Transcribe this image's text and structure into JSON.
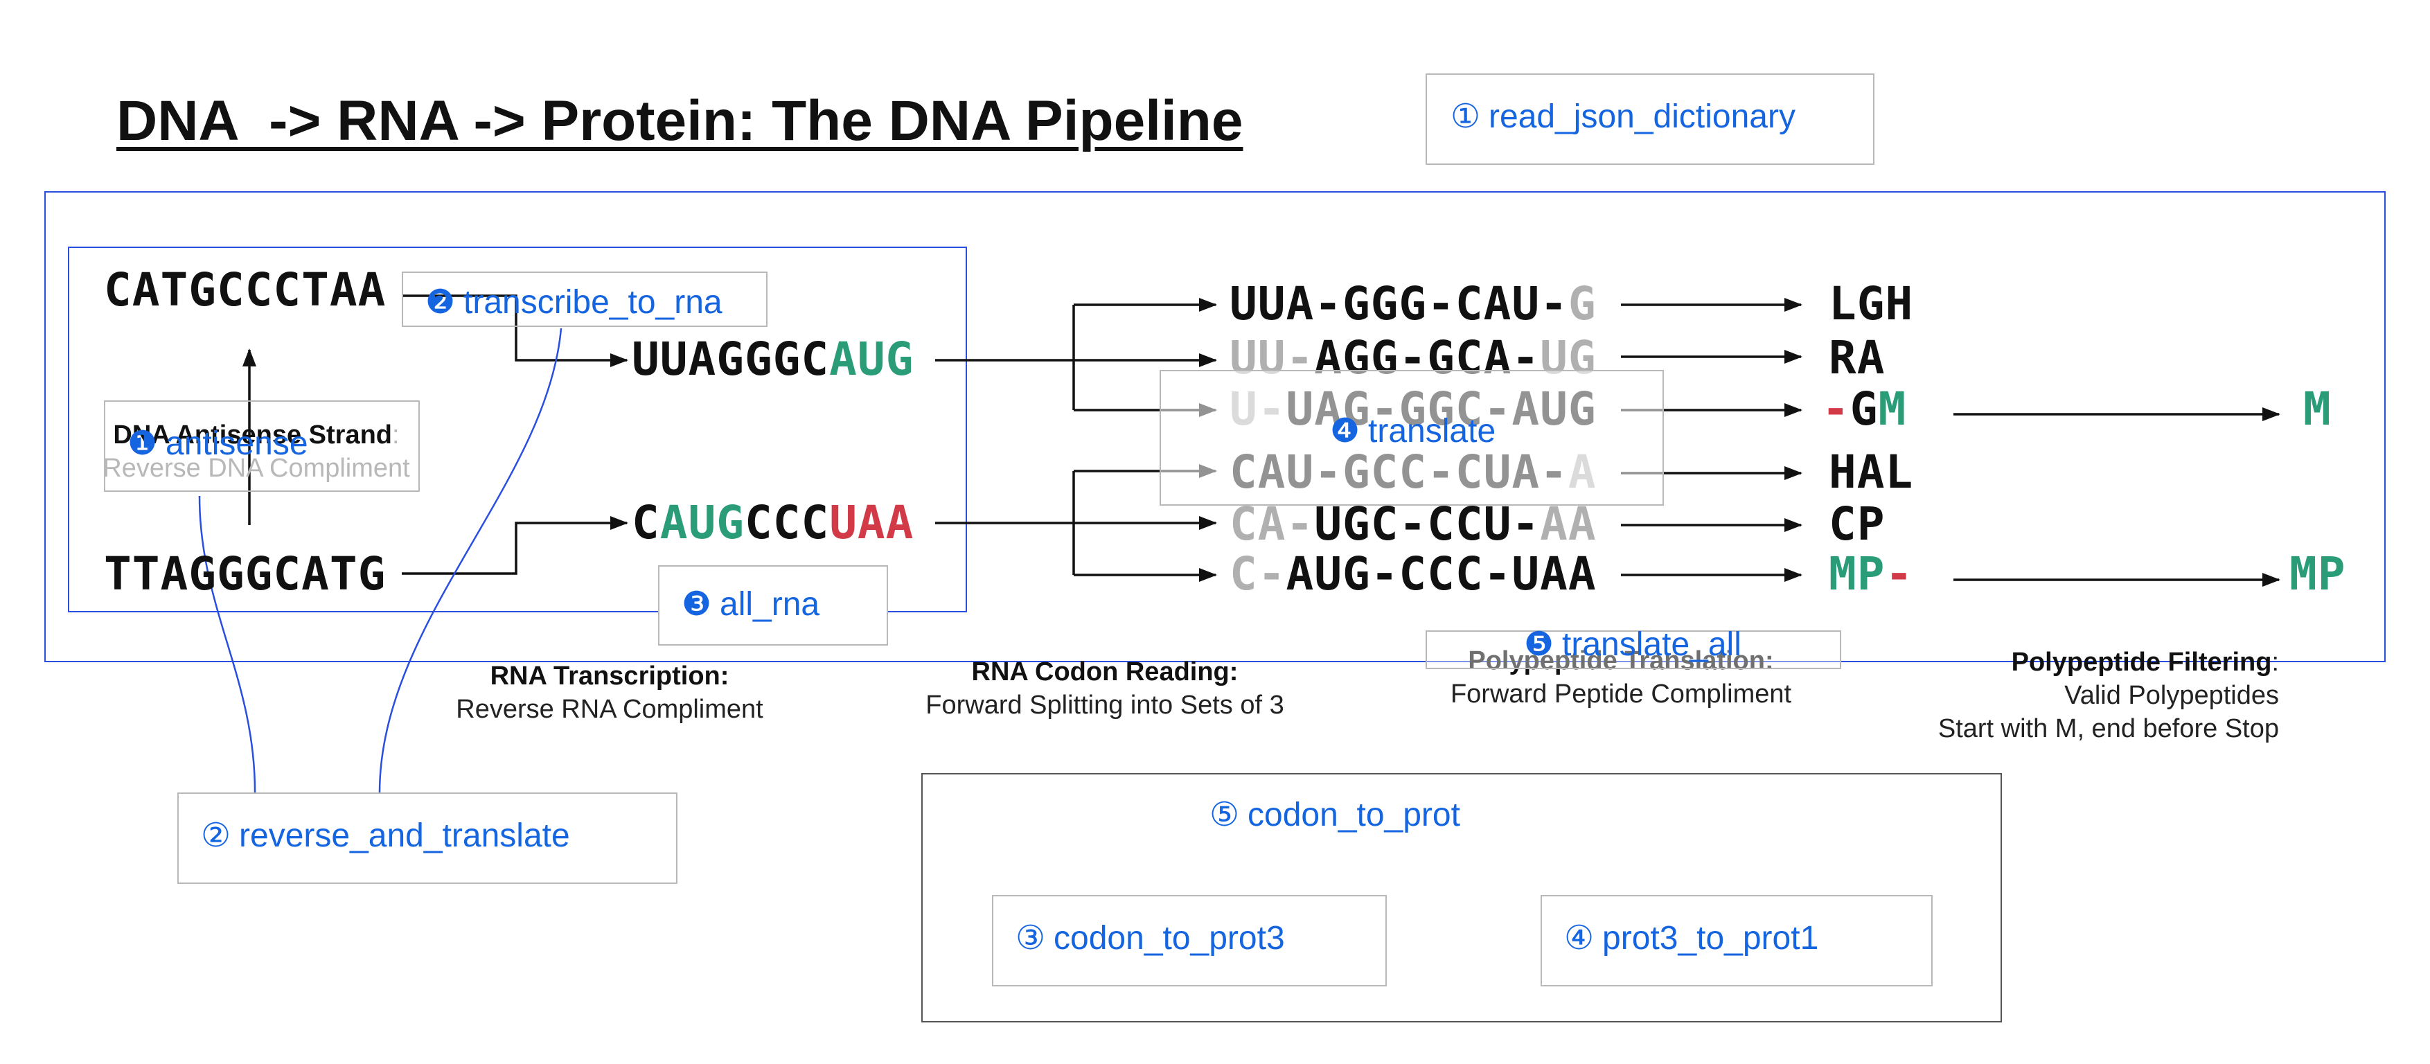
{
  "title": "DNA  -> RNA -> Protein: The DNA Pipeline",
  "functions": {
    "read_json_dictionary": {
      "num": "①",
      "label": "read_json_dictionary"
    },
    "reverse_and_translate": {
      "num": "②",
      "label": "reverse_and_translate"
    },
    "codon_to_prot3": {
      "num": "③",
      "label": "codon_to_prot3"
    },
    "prot3_to_prot1": {
      "num": "④",
      "label": "prot3_to_prot1"
    },
    "codon_to_prot": {
      "num": "⑤",
      "label": "codon_to_prot"
    },
    "antisense": {
      "num": "❶",
      "label": "antisense"
    },
    "transcribe_to_rna": {
      "num": "❷",
      "label": "transcribe_to_rna"
    },
    "all_rna": {
      "num": "❸",
      "label": "all_rna"
    },
    "translate": {
      "num": "❹",
      "label": "translate"
    },
    "translate_all": {
      "num": "❺",
      "label": "translate_all"
    }
  },
  "dna": {
    "top": "CATGCCCTAA",
    "bottom": "TTAGGGCATG"
  },
  "rna": {
    "top": [
      {
        "t": "UUAGGGC",
        "c": ""
      },
      {
        "t": "AUG",
        "c": "g"
      }
    ],
    "bottom": [
      {
        "t": "C",
        "c": ""
      },
      {
        "t": "AUG",
        "c": "g"
      },
      {
        "t": "CCC",
        "c": ""
      },
      {
        "t": "UAA",
        "c": "r"
      }
    ]
  },
  "codons": [
    [
      {
        "t": "UUA-GGG-CAU-",
        "c": ""
      },
      {
        "t": "G",
        "c": "x"
      }
    ],
    [
      {
        "t": "UU-",
        "c": "x"
      },
      {
        "t": "AGG-GCA-",
        "c": ""
      },
      {
        "t": "UG",
        "c": "x"
      }
    ],
    [
      {
        "t": "U-",
        "c": "x"
      },
      {
        "t": "UAG-GGC-AUG",
        "c": ""
      }
    ],
    [
      {
        "t": "CAU-GCC-CUA-",
        "c": ""
      },
      {
        "t": "A",
        "c": "x"
      }
    ],
    [
      {
        "t": "CA-",
        "c": "x"
      },
      {
        "t": "UGC-CCU-",
        "c": ""
      },
      {
        "t": "AA",
        "c": "x"
      }
    ],
    [
      {
        "t": "C-",
        "c": "x"
      },
      {
        "t": "AUG-CCC-UAA",
        "c": ""
      }
    ]
  ],
  "peptides": [
    [
      {
        "t": "LGH",
        "c": ""
      }
    ],
    [
      {
        "t": "RA",
        "c": ""
      }
    ],
    [
      {
        "t": "-",
        "c": "r"
      },
      {
        "t": "G",
        "c": ""
      },
      {
        "t": "M",
        "c": "g"
      }
    ],
    [
      {
        "t": "HAL",
        "c": ""
      }
    ],
    [
      {
        "t": "CP",
        "c": ""
      }
    ],
    [
      {
        "t": "MP",
        "c": "g"
      },
      {
        "t": "-",
        "c": "r"
      }
    ]
  ],
  "filtered": [
    [
      {
        "t": "M",
        "c": "g"
      }
    ],
    [
      {
        "t": "MP",
        "c": "g"
      }
    ]
  ],
  "captions": {
    "dna_antisense": {
      "bold": "DNA Antisense Strand",
      "rest": ":",
      "line2": "Reverse DNA Compliment"
    },
    "rna_transcription": {
      "bold": "RNA Transcription:",
      "line2": "Reverse RNA Compliment"
    },
    "codon_reading": {
      "bold": "RNA Codon Reading:",
      "line2": "Forward Splitting into Sets of 3"
    },
    "poly_translation": {
      "bold": "Polypeptide Translation:",
      "line2": "Forward Peptide Compliment"
    },
    "poly_filtering": {
      "bold": "Polypeptide Filtering",
      "rest": ":",
      "line2": "Valid Polypeptides",
      "line3": "Start with M, end before Stop"
    }
  },
  "colors": {
    "accent_blue": "#1565e0",
    "green": "#2a9d78",
    "red": "#d23a48",
    "gray": "#b0b0b0"
  }
}
